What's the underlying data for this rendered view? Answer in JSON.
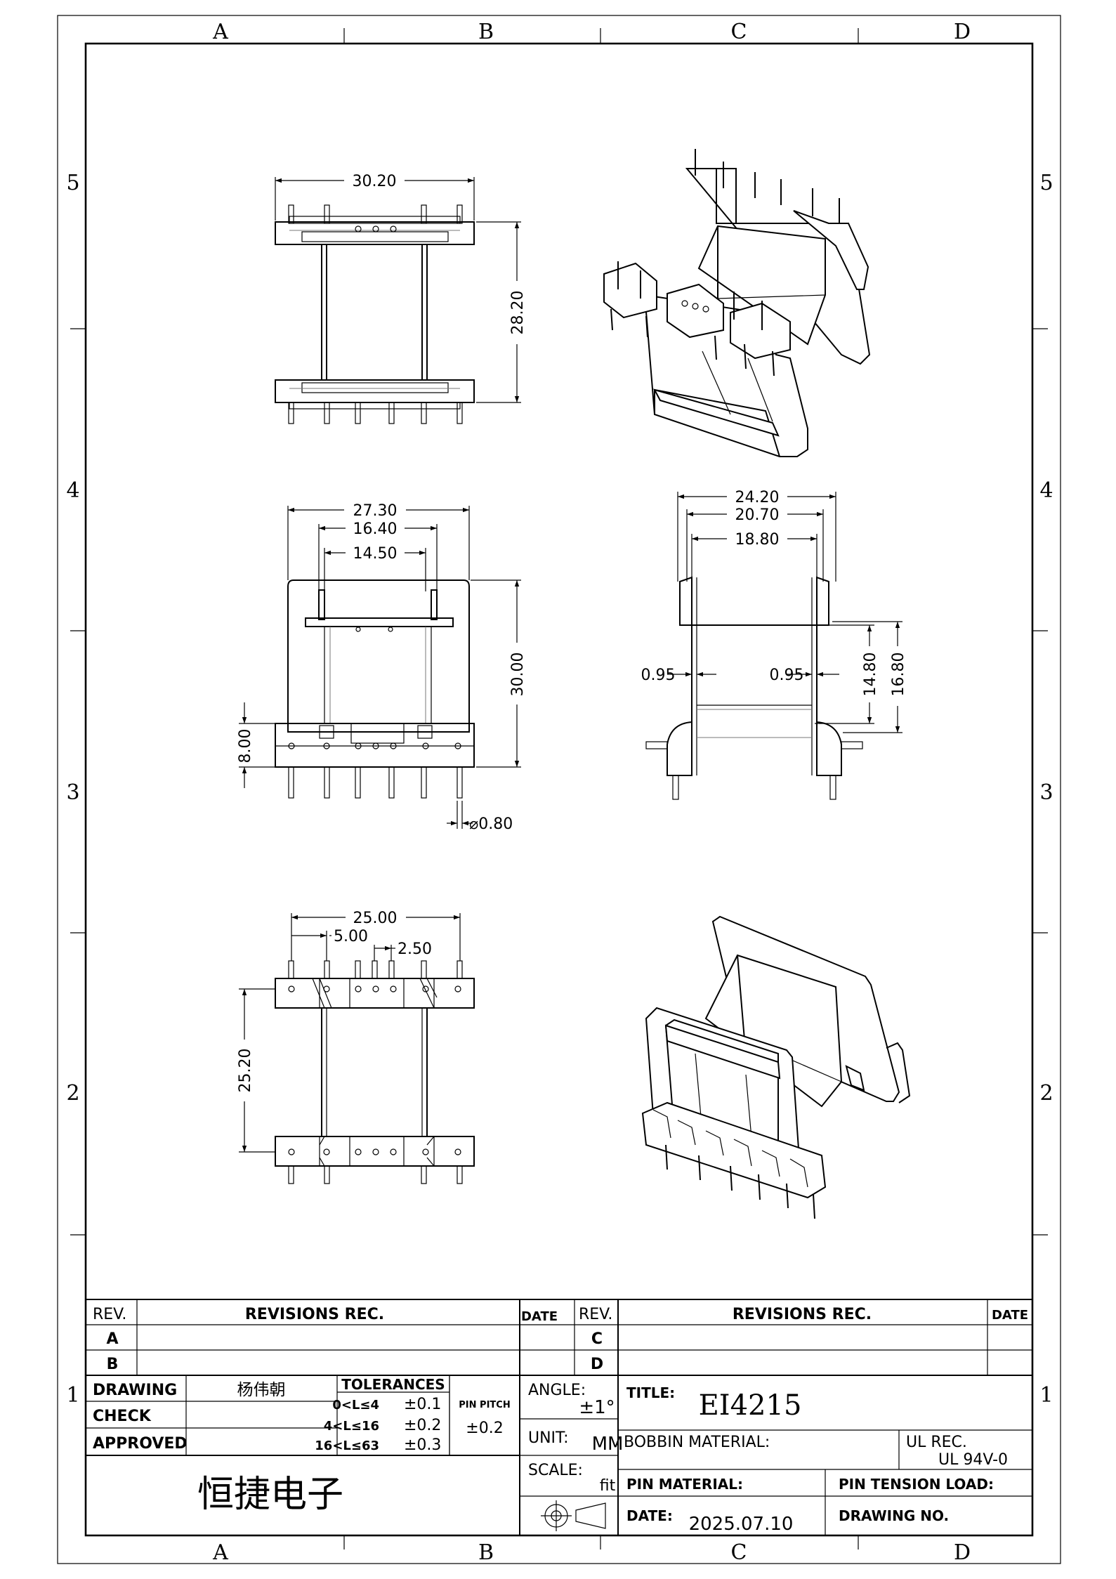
{
  "zones": {
    "columns": [
      "A",
      "B",
      "C",
      "D"
    ],
    "rows": [
      "5",
      "4",
      "3",
      "2",
      "1"
    ]
  },
  "views": {
    "top_view": {
      "width": "30.20",
      "height": "28.20"
    },
    "front_view": {
      "overall_width": "27.30",
      "inner_width": "16.40",
      "window_width": "14.50",
      "height": "30.00",
      "base_height": "8.00",
      "pin_diameter": "⌀0.80"
    },
    "side_view": {
      "overall_width": "24.20",
      "flange_inner": "20.70",
      "core_width": "18.80",
      "wall_left": "0.95",
      "wall_right": "0.95",
      "window_height": "14.80",
      "flange_height": "16.80"
    },
    "bottom_view": {
      "pin_span": "25.00",
      "pitch_large": "5.00",
      "pitch_small": "2.50",
      "row_spacing": "25.20"
    }
  },
  "title_block": {
    "revisions_left": {
      "rev_header": "REV.",
      "records_header": "REVISIONS REC.",
      "date_header": "DATE",
      "rows": [
        "A",
        "B"
      ]
    },
    "revisions_right": {
      "rev_header": "REV.",
      "records_header": "REVISIONS REC.",
      "date_header": "DATE",
      "rows": [
        "C",
        "D"
      ]
    },
    "drawing_label": "DRAWING",
    "drawing_value": "杨伟朝",
    "check_label": "CHECK",
    "approved_label": "APPROVED",
    "company": "恒捷电子",
    "tolerances": {
      "header": "TOLERANCES",
      "rows": [
        {
          "range": "0<L≤4",
          "value": "±0.1"
        },
        {
          "range": "4<L≤16",
          "value": "±0.2"
        },
        {
          "range": "16<L≤63",
          "value": "±0.3"
        }
      ],
      "pin_pitch_label": "PIN PITCH",
      "pin_pitch_value": "±0.2"
    },
    "angle_label": "ANGLE:",
    "angle_value": "±1°",
    "unit_label": "UNIT:",
    "unit_value": "MM",
    "scale_label": "SCALE:",
    "scale_value": "fit",
    "title_label": "TITLE:",
    "title_value": "EI4215",
    "bobbin_material_label": "BOBBIN MATERIAL:",
    "ul_rec_label": "UL REC.",
    "ul_rec_value": "UL 94V-0",
    "pin_material_label": "PIN MATERIAL:",
    "pin_tension_label": "PIN TENSION LOAD:",
    "date_label": "DATE:",
    "date_value": "2025.07.10",
    "drawing_no_label": "DRAWING NO."
  }
}
